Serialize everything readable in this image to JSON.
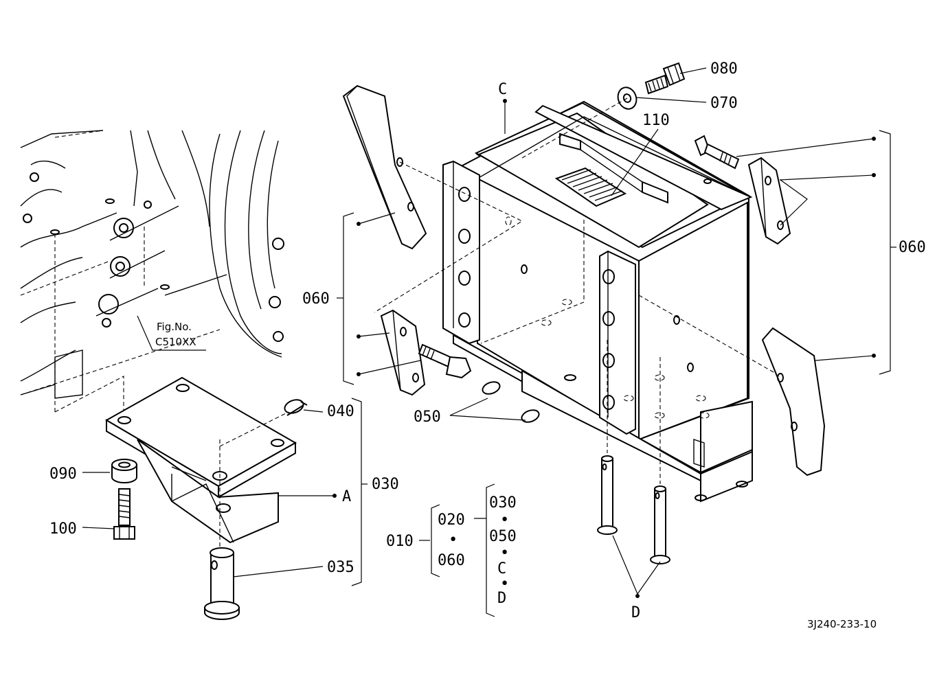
{
  "callouts": {
    "c080": "080",
    "c070": "070",
    "c110": "110",
    "cC": "C",
    "c060_right": "060",
    "c060_left": "060",
    "c050": "050",
    "c040": "040",
    "c030": "030",
    "c090": "090",
    "c100": "100",
    "c035": "035",
    "cA": "A",
    "cD": "D"
  },
  "fig_ref": {
    "line1": "Fig.No.",
    "line2": "C510XX"
  },
  "assembly": {
    "root": "010",
    "group1": [
      "020",
      "060"
    ],
    "group2": [
      "030",
      "050",
      "C",
      "D"
    ],
    "separator": "•"
  },
  "drawing_id": "3J240-233-10"
}
